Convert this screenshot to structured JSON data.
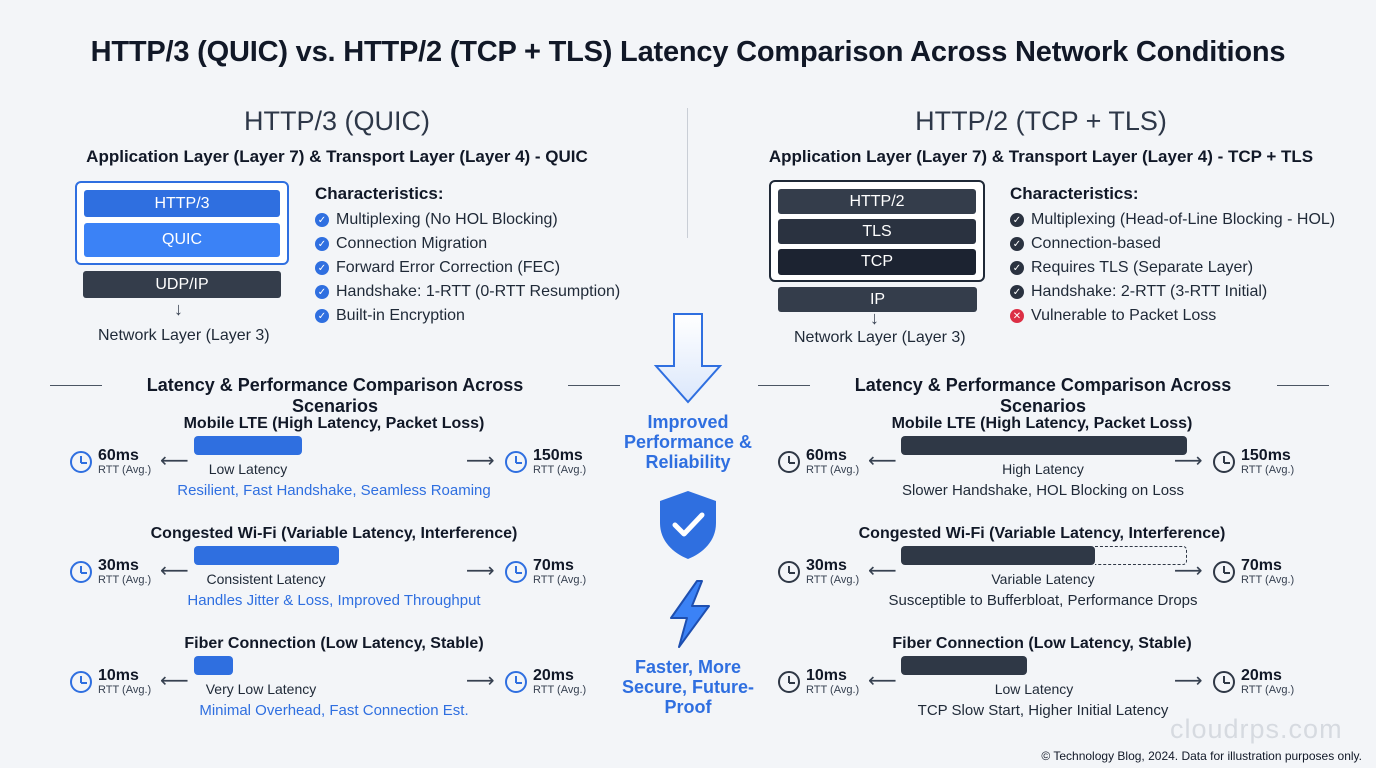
{
  "title": "HTTP/3 (QUIC) vs. HTTP/2 (TCP + TLS) Latency Comparison Across Network Conditions",
  "left": {
    "title": "HTTP/3 (QUIC)",
    "subtitle": "Application Layer (Layer 7) & Transport Layer (Layer 4) - QUIC",
    "stack": [
      "HTTP/3",
      "QUIC"
    ],
    "lower_layer": "UDP/IP",
    "network_label": "Network Layer (Layer 3)",
    "char_title": "Characteristics:",
    "chars": [
      "Multiplexing (No HOL Blocking)",
      "Connection Migration",
      "Forward Error Correction (FEC)",
      "Handshake: 1-RTT (0-RTT Resumption)",
      "Built-in Encryption"
    ],
    "section": "Latency & Performance Comparison Across Scenarios",
    "scenarios": [
      {
        "title": "Mobile LTE (High Latency, Packet Loss)",
        "low": "60ms",
        "high": "150ms",
        "rtt": "RTT (Avg.)",
        "label": "Low Latency",
        "note": "Resilient, Fast Handshake, Seamless Roaming"
      },
      {
        "title": "Congested Wi-Fi (Variable Latency, Interference)",
        "low": "30ms",
        "high": "70ms",
        "rtt": "RTT (Avg.)",
        "label": "Consistent Latency",
        "note": "Handles Jitter & Loss, Improved Throughput"
      },
      {
        "title": "Fiber Connection (Low Latency, Stable)",
        "low": "10ms",
        "high": "20ms",
        "rtt": "RTT (Avg.)",
        "label": "Very Low Latency",
        "note": "Minimal Overhead, Fast Connection Est."
      }
    ]
  },
  "right": {
    "title": "HTTP/2 (TCP + TLS)",
    "subtitle": "Application Layer (Layer 7) & Transport Layer (Layer 4) - TCP + TLS",
    "stack": [
      "HTTP/2",
      "TLS",
      "TCP"
    ],
    "lower_layer": "IP",
    "network_label": "Network Layer (Layer 3)",
    "char_title": "Characteristics:",
    "chars": [
      "Multiplexing (Head-of-Line Blocking - HOL)",
      "Connection-based",
      "Requires TLS (Separate Layer)",
      "Handshake: 2-RTT (3-RTT Initial)",
      "Vulnerable to Packet Loss"
    ],
    "section": "Latency & Performance Comparison Across Scenarios",
    "scenarios": [
      {
        "title": "Mobile LTE (High Latency, Packet Loss)",
        "low": "60ms",
        "high": "150ms",
        "rtt": "RTT (Avg.)",
        "label": "High Latency",
        "note": "Slower Handshake, HOL Blocking on Loss"
      },
      {
        "title": "Congested Wi-Fi (Variable Latency, Interference)",
        "low": "30ms",
        "high": "70ms",
        "rtt": "RTT (Avg.)",
        "label": "Variable Latency",
        "note": "Susceptible to Bufferbloat, Performance Drops"
      },
      {
        "title": "Fiber Connection (Low Latency, Stable)",
        "low": "10ms",
        "high": "20ms",
        "rtt": "RTT (Avg.)",
        "label": "Low Latency",
        "note": "TCP Slow Start, Higher Initial Latency"
      }
    ]
  },
  "center": {
    "top_text": "Improved Performance & Reliability",
    "bottom_text": "Faster, More Secure, Future-Proof"
  },
  "footer": "© Technology Blog, 2024. Data for illustration purposes only.",
  "watermark": "cloudrps.com",
  "colors": {
    "accent": "#2f6fe0",
    "dark": "#2f3846",
    "danger": "#dc2f45"
  }
}
